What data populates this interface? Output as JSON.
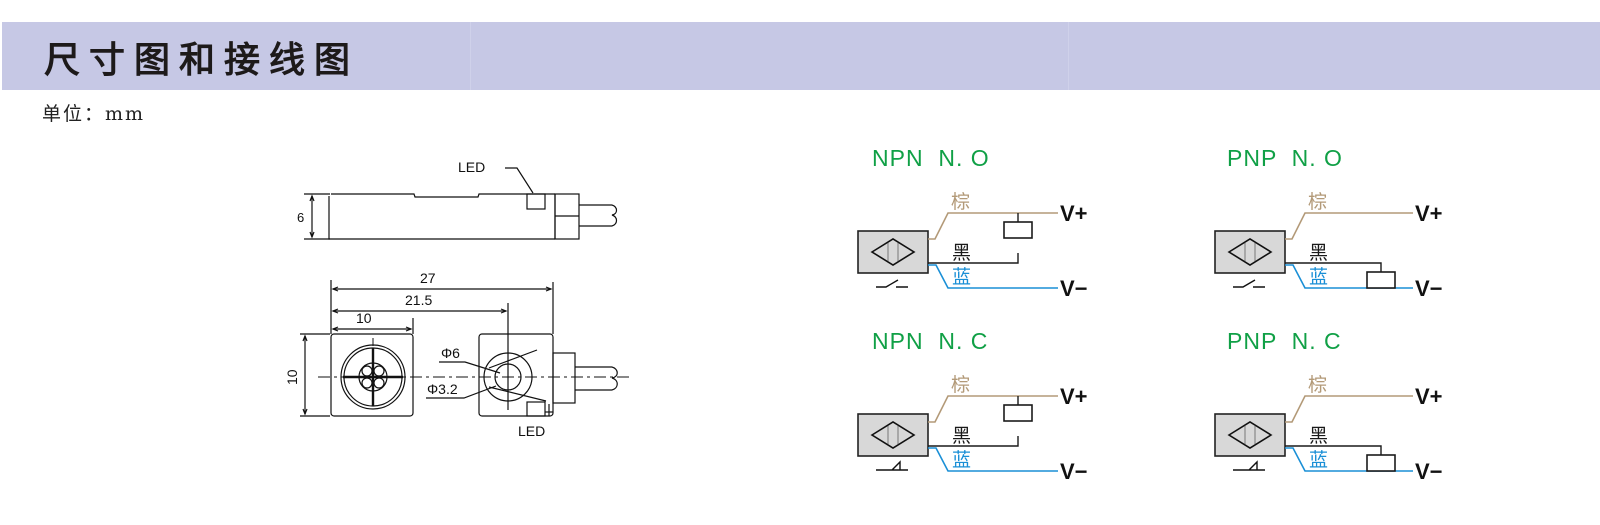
{
  "header": {
    "title": "尺寸图和接线图",
    "unit_text": "单位：mm",
    "band_color": "#c6c8e5"
  },
  "dimension_drawing": {
    "side_view": {
      "height_label": "6",
      "led_label": "LED"
    },
    "top_view": {
      "overall_length_label": "27",
      "center_distance_label": "21.5",
      "face_width_label": "10",
      "height_label": "10",
      "outer_diameter_label": "Φ6",
      "inner_diameter_label": "Φ3.2",
      "led_label": "LED"
    }
  },
  "wiring": {
    "colors": {
      "title": "#10a046",
      "brown": "#b39a78",
      "black": "#1a1a1a",
      "blue": "#1a8fd6",
      "sensor_fill": "#d8d8d8"
    },
    "wire_labels": {
      "brown": "棕",
      "black": "黑",
      "blue": "蓝"
    },
    "supply_labels": {
      "positive": "V+",
      "negative": "V−"
    },
    "diagrams": [
      {
        "title": "NPN  N. O",
        "type": "NPN",
        "contact": "normally-open"
      },
      {
        "title": "PNP  N. O",
        "type": "PNP",
        "contact": "normally-open"
      },
      {
        "title": "NPN  N. C",
        "type": "NPN",
        "contact": "normally-closed"
      },
      {
        "title": "PNP  N. C",
        "type": "PNP",
        "contact": "normally-closed"
      }
    ]
  }
}
